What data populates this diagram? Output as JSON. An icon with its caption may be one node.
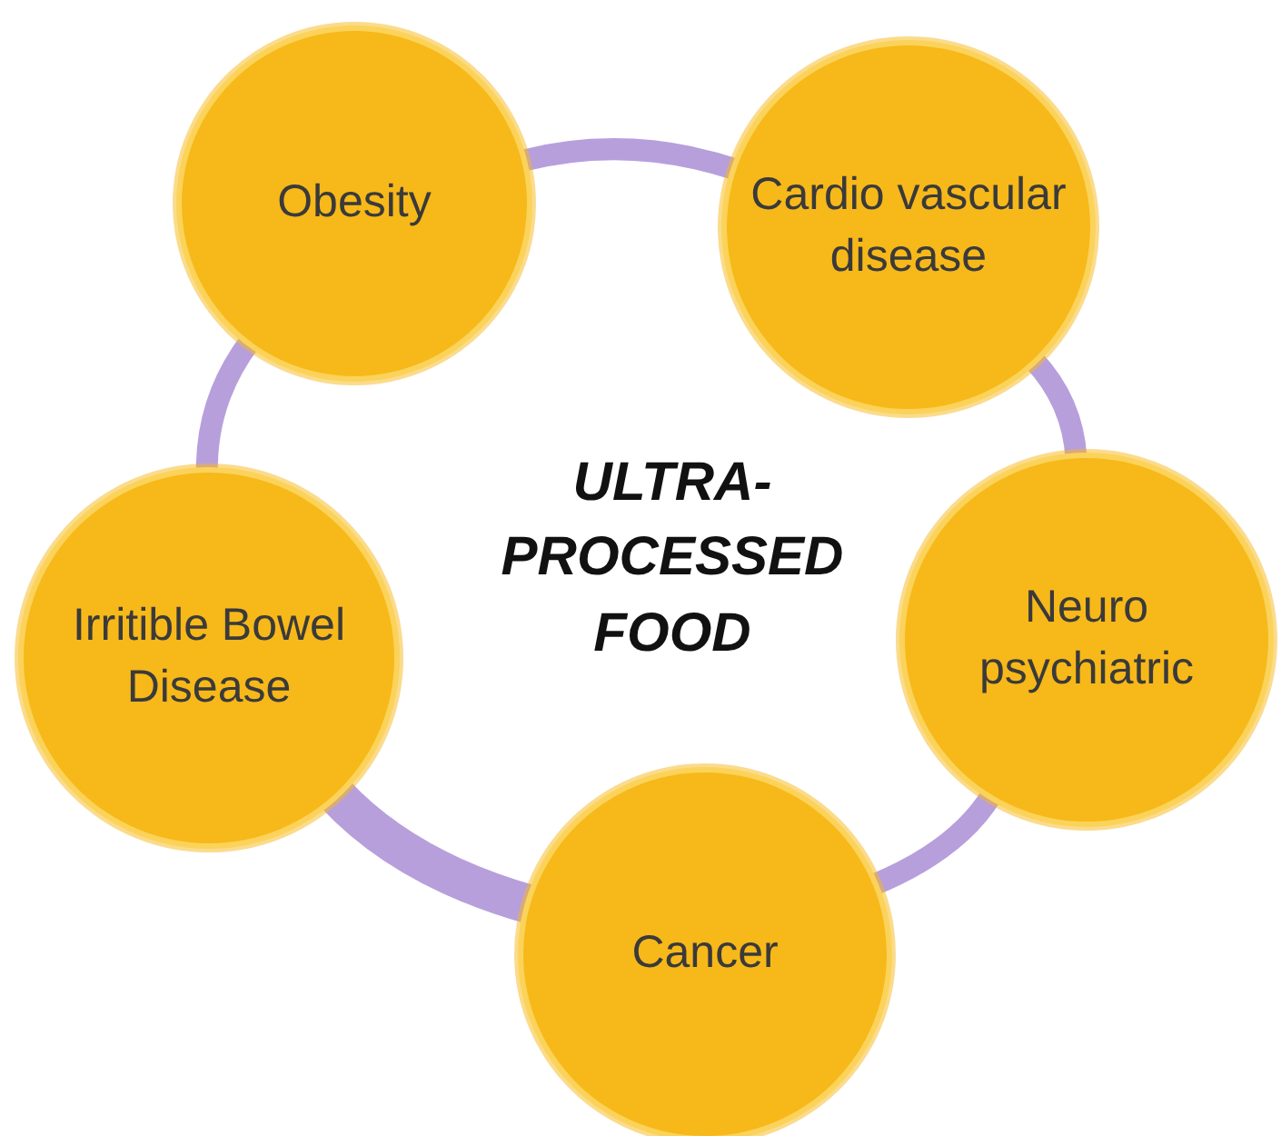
{
  "diagram": {
    "nodes": [
      {
        "text": [
          "Obesity"
        ]
      },
      {
        "text": [
          "Cardio vascular disease"
        ]
      },
      {
        "text": [
          "Neuro psychiatric"
        ]
      },
      {
        "text": [
          "Cancer"
        ]
      },
      {
        "text": [
          "Irritible Bowel Disease"
        ]
      }
    ],
    "edges": [
      {
        "from": 0,
        "to": 1,
        "arrow": "none",
        "color": "#b79fdc"
      },
      {
        "from": 1,
        "to": 2,
        "arrow": "none",
        "color": "#b79fdc"
      },
      {
        "from": 2,
        "to": 3,
        "arrow": "none",
        "color": "#b79fdc"
      },
      {
        "from": 3,
        "to": 4,
        "arrow": "none",
        "style": "thick",
        "color": "#b79fdc"
      },
      {
        "from": 4,
        "to": 0,
        "arrow": "none",
        "color": "#b79fdc"
      }
    ],
    "labels": [
      "ULTRA-PROCESSED FOOD"
    ]
  }
}
